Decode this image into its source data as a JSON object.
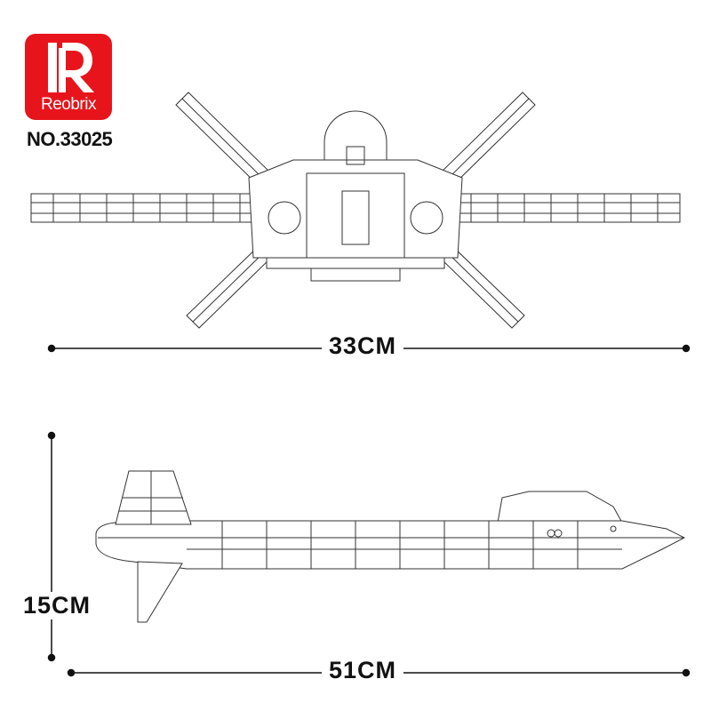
{
  "brand": {
    "name": "Reobrix",
    "color": "#e8141c"
  },
  "model_number": "NO.33025",
  "dimensions": {
    "front_width": "33CM",
    "side_height": "15CM",
    "side_length": "51CM"
  }
}
